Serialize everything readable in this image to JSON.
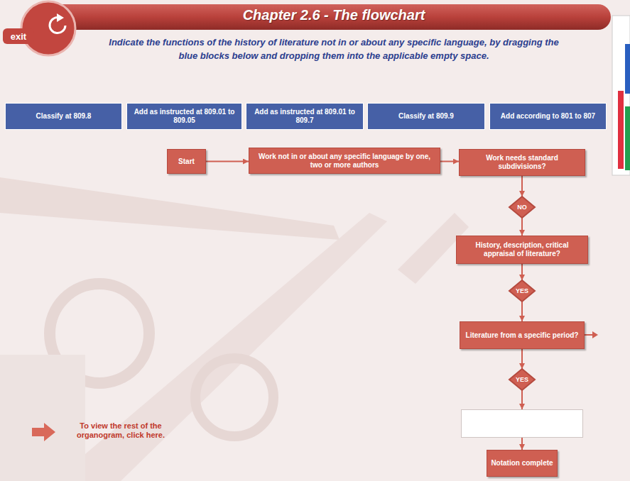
{
  "diagram": {
    "title": "Chapter 2.6 - The flowchart",
    "nodes": [
      {
        "text": [
          "exit"
        ]
      },
      {
        "text": [
          "Classify at 809.8"
        ]
      },
      {
        "text": [
          "Add as instructed at 809.01 to 809.05"
        ]
      },
      {
        "text": [
          "Add as instructed at 809.01 to 809.7"
        ]
      },
      {
        "text": [
          "Classify at 809.9"
        ]
      },
      {
        "text": [
          "Add according to 801 to 807"
        ]
      },
      {
        "text": [
          "Start"
        ]
      },
      {
        "text": [
          "Work not in or about any specific language by one, two or more authors"
        ]
      },
      {
        "text": [
          "Work needs standard subdivisions?"
        ]
      },
      {
        "text": [
          "NO"
        ]
      },
      {
        "text": [
          "History, description, critical appraisal of literature?"
        ]
      },
      {
        "text": [
          "YES"
        ]
      },
      {
        "text": [
          "Literature from a specific period?"
        ]
      },
      {
        "text": [
          "YES"
        ]
      },
      {
        "text": []
      },
      {
        "text": [
          "Notation complete"
        ]
      }
    ],
    "edges": [
      {
        "from": 6,
        "to": 7,
        "arrow": "to"
      },
      {
        "from": 7,
        "to": 8,
        "arrow": "to"
      },
      {
        "from": 8,
        "to": 9,
        "arrow": "to"
      },
      {
        "from": 9,
        "to": 10,
        "arrow": "to"
      },
      {
        "from": 10,
        "to": 11,
        "arrow": "to"
      },
      {
        "from": 11,
        "to": 12,
        "arrow": "to"
      },
      {
        "from": 12,
        "to": 13,
        "arrow": "to"
      },
      {
        "from": 13,
        "to": 14,
        "arrow": "to"
      },
      {
        "from": 14,
        "to": 15,
        "arrow": "to"
      }
    ],
    "labels": [
      "Indicate the functions of the history of literature not in or about any specific language, by dragging the blue blocks below and dropping them into the applicable empty space.",
      "To view the rest of the organogram, click here."
    ]
  }
}
